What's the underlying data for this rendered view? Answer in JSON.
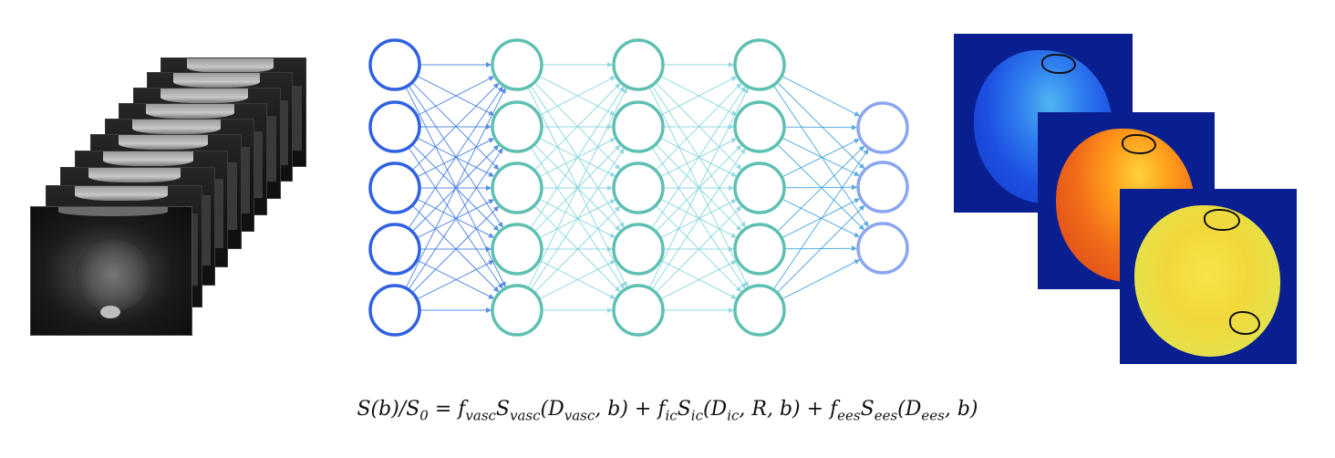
{
  "figure": {
    "panels": {
      "input": "dw-mri-image-stack",
      "network": "fully-connected-neural-network",
      "output": "parameter-maps"
    },
    "network": {
      "layer_sizes": [
        5,
        5,
        5,
        5,
        3
      ],
      "node_colors": [
        "#2f62e0",
        "#5ec0b2",
        "#5ec0b2",
        "#5ec0b2",
        "#8aa6f0"
      ],
      "edge_colors": [
        "#3d78e2",
        "#7fd3dc",
        "#7fd3dc",
        "#3a9fd8"
      ]
    },
    "maps": [
      {
        "name": "blue-parameter-map",
        "background": "#0a1f8f",
        "tissue": "#2a6cf0",
        "highlight": "#5fd3e8"
      },
      {
        "name": "orange-parameter-map",
        "background": "#0a1f8f",
        "tissue": "#f06a18",
        "highlight": "#ffd23a"
      },
      {
        "name": "yellow-parameter-map",
        "background": "#0a1f8f",
        "tissue": "#f1e23a",
        "highlight": "#9cf07a"
      }
    ]
  },
  "equation": {
    "parts": [
      {
        "text": "S(b)/S",
        "sub": "0"
      },
      {
        "text": " = f",
        "sub": "vasc"
      },
      {
        "text": "S",
        "sub": "vasc"
      },
      {
        "text": "(D",
        "sub": "vasc"
      },
      {
        "text": ", b) + f",
        "sub": "ic"
      },
      {
        "text": "S",
        "sub": "ic"
      },
      {
        "text": "(D",
        "sub": "ic"
      },
      {
        "text": ", R, b) + f",
        "sub": "ees"
      },
      {
        "text": "S",
        "sub": "ees"
      },
      {
        "text": "(D",
        "sub": "ees"
      },
      {
        "text": ", b)",
        "sub": ""
      }
    ]
  }
}
